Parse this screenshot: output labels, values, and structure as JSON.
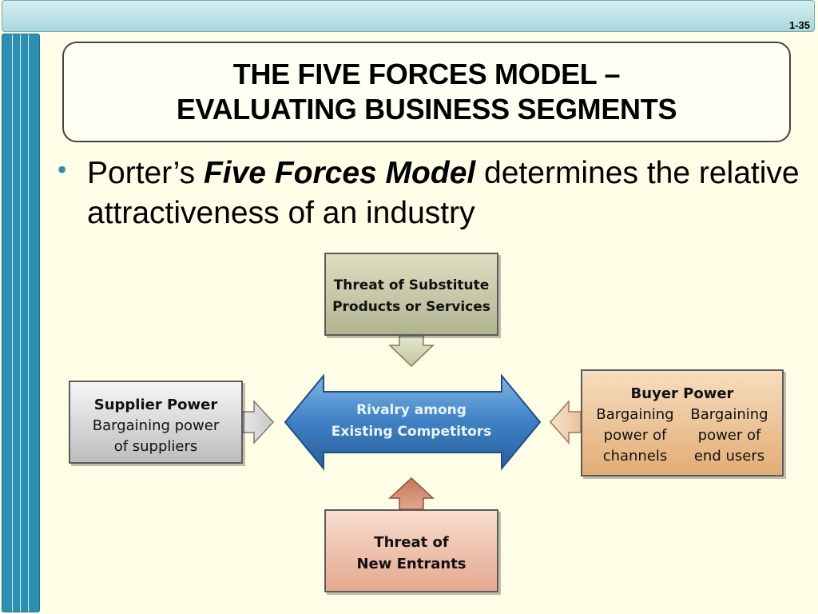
{
  "slide": {
    "number": "1-35",
    "title_line1": "THE FIVE FORCES MODEL –",
    "title_line2": "EVALUATING BUSINESS SEGMENTS"
  },
  "bullet": {
    "prefix": "Porter’s ",
    "emphasis": "Five Forces Model",
    "suffix": " determines the relative attractiveness of an industry"
  },
  "diagram": {
    "substitutes": {
      "line1": "Threat of Substitute",
      "line2": "Products or Services"
    },
    "supplier": {
      "title": "Supplier Power",
      "line1": "Bargaining power",
      "line2": "of suppliers"
    },
    "buyer": {
      "title": "Buyer Power",
      "col1": [
        "Bargaining",
        "power of",
        "channels"
      ],
      "col2": [
        "Bargaining",
        "power of",
        "end users"
      ]
    },
    "new_entrants": {
      "line1": "Threat of",
      "line2": "New Entrants"
    },
    "rivalry": {
      "line1": "Rivalry among",
      "line2": "Existing Competitors"
    }
  },
  "colors": {
    "accent_blue": "#2a8fb2",
    "rivalry_arrow": "#3e80c4",
    "supplier_box": "#d9d9d9",
    "substitute_box": "#c4c6a6",
    "buyer_box": "#eec396",
    "new_entrant_box": "#eec0ab"
  }
}
